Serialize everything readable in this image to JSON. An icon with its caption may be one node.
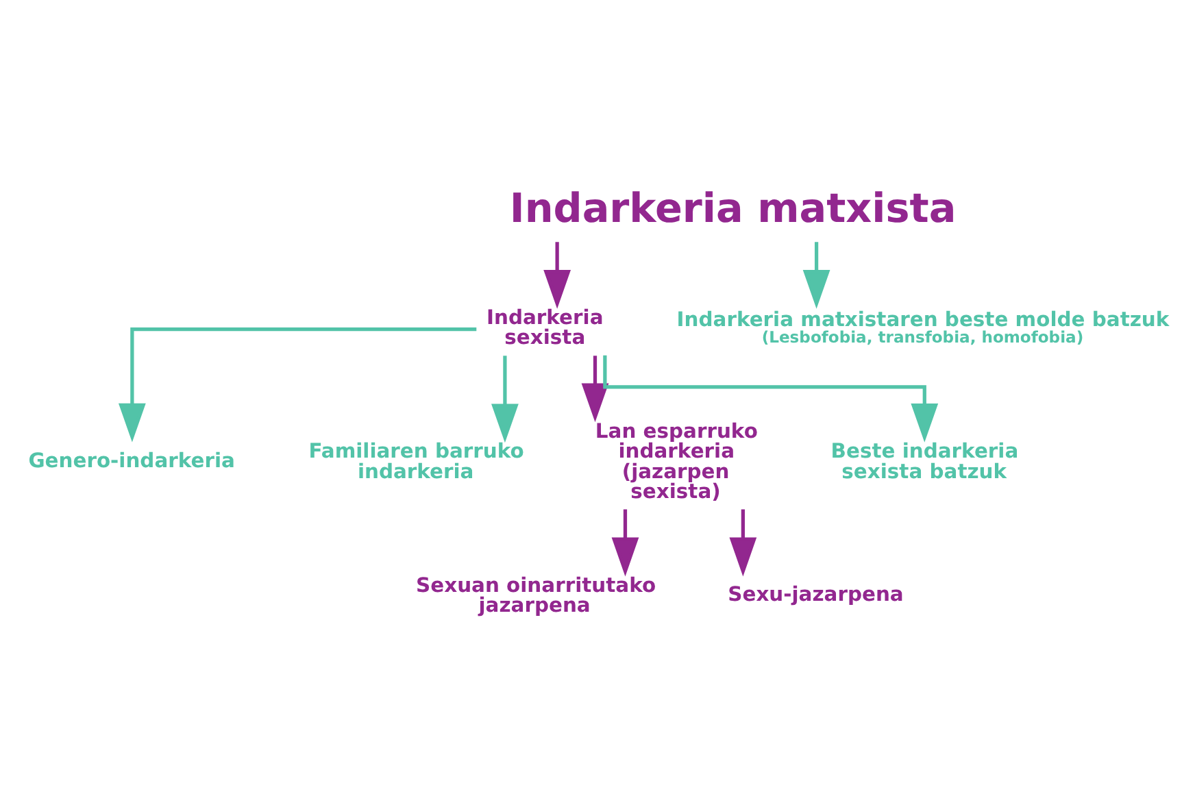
{
  "diagram": {
    "nodes": [
      {
        "text": [
          "Indarkeria matxista"
        ]
      },
      {
        "text": [
          "Indarkeria sexista"
        ]
      },
      {
        "text": [
          "Indarkeria matxistaren beste molde batzuk",
          "(Lesbofobia, transfobia, homofobia)"
        ]
      },
      {
        "text": [
          "Genero-indarkeria"
        ]
      },
      {
        "text": [
          "Familiaren barruko indarkeria"
        ]
      },
      {
        "text": [
          "Lan esparruko indarkeria (jazarpen sexista)"
        ]
      },
      {
        "text": [
          "Beste indarkeria sexista batzuk"
        ]
      },
      {
        "text": [
          "Sexuan oinarritutako jazarpena"
        ]
      },
      {
        "text": [
          "Sexu-jazarpena"
        ]
      }
    ],
    "edges": [
      {
        "from": 0,
        "to": 1,
        "arrow": "to",
        "color": "#92278f"
      },
      {
        "from": 0,
        "to": 2,
        "arrow": "to",
        "color": "#52c3a8"
      },
      {
        "from": 1,
        "to": 3,
        "arrow": "to",
        "color": "#52c3a8"
      },
      {
        "from": 1,
        "to": 4,
        "arrow": "to",
        "color": "#52c3a8"
      },
      {
        "from": 1,
        "to": 5,
        "arrow": "to",
        "color": "#92278f"
      },
      {
        "from": 1,
        "to": 6,
        "arrow": "to",
        "color": "#52c3a8"
      },
      {
        "from": 5,
        "to": 7,
        "arrow": "to",
        "color": "#92278f"
      },
      {
        "from": 5,
        "to": 8,
        "arrow": "to",
        "color": "#92278f"
      }
    ]
  }
}
